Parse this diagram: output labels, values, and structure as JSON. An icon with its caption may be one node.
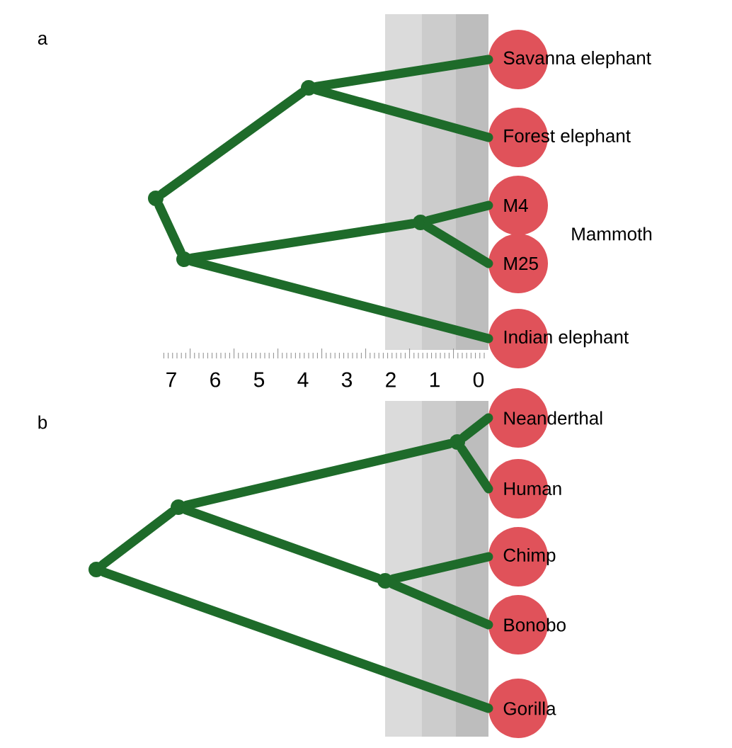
{
  "diagram": {
    "nodes": [
      {
        "text": [
          "Savanna elephant"
        ]
      },
      {
        "text": [
          "Forest elephant"
        ]
      },
      {
        "text": [
          "M4"
        ]
      },
      {
        "text": [
          "M25"
        ]
      },
      {
        "text": [
          "Indian elephant"
        ]
      },
      {
        "text": [],
        "shape": "circle"
      },
      {
        "text": [],
        "shape": "circle"
      },
      {
        "text": [],
        "shape": "circle"
      },
      {
        "text": [],
        "shape": "circle"
      },
      {
        "text": [
          "Neanderthal"
        ]
      },
      {
        "text": [
          "Human"
        ]
      },
      {
        "text": [
          "Chimp"
        ]
      },
      {
        "text": [
          "Bonobo"
        ]
      },
      {
        "text": [
          "Gorilla"
        ]
      },
      {
        "text": [],
        "shape": "circle"
      },
      {
        "text": [],
        "shape": "circle"
      },
      {
        "text": [],
        "shape": "circle"
      },
      {
        "text": [],
        "shape": "circle"
      }
    ],
    "edges": [
      {
        "from": 5,
        "to": 6,
        "arrow": "none"
      },
      {
        "from": 5,
        "to": 7,
        "arrow": "none"
      },
      {
        "from": 6,
        "to": 0,
        "arrow": "none"
      },
      {
        "from": 6,
        "to": 1,
        "arrow": "none"
      },
      {
        "from": 7,
        "to": 8,
        "arrow": "none"
      },
      {
        "from": 7,
        "to": 4,
        "arrow": "none"
      },
      {
        "from": 8,
        "to": 2,
        "arrow": "none"
      },
      {
        "from": 8,
        "to": 3,
        "arrow": "none"
      },
      {
        "from": 14,
        "to": 15,
        "arrow": "none"
      },
      {
        "from": 14,
        "to": 13,
        "arrow": "none"
      },
      {
        "from": 15,
        "to": 16,
        "arrow": "none"
      },
      {
        "from": 15,
        "to": 17,
        "arrow": "none"
      },
      {
        "from": 16,
        "to": 9,
        "arrow": "none"
      },
      {
        "from": 16,
        "to": 10,
        "arrow": "none"
      },
      {
        "from": 17,
        "to": 11,
        "arrow": "none"
      },
      {
        "from": 17,
        "to": 12,
        "arrow": "none"
      }
    ],
    "labels": [
      "a",
      "Mammoth",
      "7",
      "6",
      "5",
      "4",
      "3",
      "2",
      "1",
      "0",
      "b"
    ]
  }
}
